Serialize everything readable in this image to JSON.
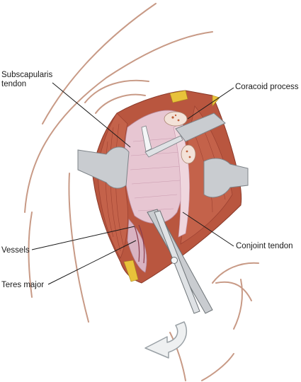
{
  "labels": {
    "subscapularis_line1": "Subscapularis",
    "subscapularis_line2": "tendon",
    "coracoid": "Coracoid process",
    "conjoint": "Conjoint tendon",
    "vessels": "Vessels",
    "teres": "Teres major"
  },
  "colors": {
    "skin_outline": "#c89a86",
    "muscle": "#c4624a",
    "muscle_dark": "#9e4232",
    "tendon": "#e7c6d2",
    "tendon_dark": "#c99aaf",
    "retractor": "#c9ccd0",
    "retractor_dark": "#7d8388",
    "fat": "#e8c23a",
    "arrow": "#9aa1a6"
  }
}
